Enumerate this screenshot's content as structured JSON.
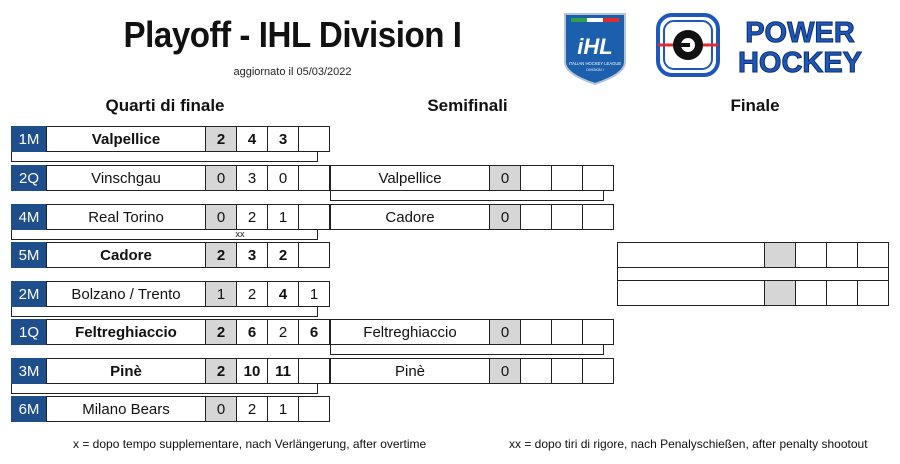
{
  "title": "Playoff - IHL Division I",
  "updated": "aggiornato il 05/03/2022",
  "columns": {
    "qf": "Quarti di finale",
    "sf": "Semifinali",
    "f": "Finale"
  },
  "logos": {
    "ihl": {
      "main": "iHL",
      "sub": "ITALIAN HOCKEY LEAGUE",
      "div": "DIVISION I",
      "color": "#1b5fad"
    },
    "ph": {
      "line1": "POWER",
      "line2": "HOCKEY",
      "color": "#1f57b8",
      "accent": "#e32b2b"
    }
  },
  "quarterfinals": [
    {
      "seed": "1M",
      "team": "Valpellice",
      "sum": "2",
      "g1": "4",
      "g2": "3",
      "g3": "",
      "team_win": true,
      "bold": [
        true,
        true,
        true,
        false
      ]
    },
    {
      "seed": "2Q",
      "team": "Vinschgau",
      "sum": "0",
      "g1": "3",
      "g2": "0",
      "g3": "",
      "team_win": false,
      "bold": [
        false,
        false,
        false,
        false
      ]
    },
    {
      "seed": "4M",
      "team": "Real Torino",
      "sum": "0",
      "g1": "2",
      "g2": "1",
      "g3": "",
      "team_win": false,
      "bold": [
        false,
        false,
        false,
        false
      ]
    },
    {
      "seed": "5M",
      "team": "Cadore",
      "sum": "2",
      "g1": "3",
      "g2": "2",
      "g3": "",
      "team_win": true,
      "bold": [
        true,
        true,
        true,
        false
      ]
    },
    {
      "seed": "2M",
      "team": "Bolzano / Trento",
      "sum": "1",
      "g1": "2",
      "g2": "4",
      "g3": "1",
      "team_win": false,
      "bold": [
        false,
        false,
        true,
        false
      ]
    },
    {
      "seed": "1Q",
      "team": "Feltreghiaccio",
      "sum": "2",
      "g1": "6",
      "g2": "2",
      "g3": "6",
      "team_win": true,
      "bold": [
        true,
        true,
        false,
        true
      ]
    },
    {
      "seed": "3M",
      "team": "Pinè",
      "sum": "2",
      "g1": "10",
      "g2": "11",
      "g3": "",
      "team_win": true,
      "bold": [
        true,
        true,
        true,
        false
      ]
    },
    {
      "seed": "6M",
      "team": "Milano Bears",
      "sum": "0",
      "g1": "2",
      "g2": "1",
      "g3": "",
      "team_win": false,
      "bold": [
        false,
        false,
        false,
        false
      ]
    }
  ],
  "qf_note": "xx",
  "semifinals": [
    {
      "team": "Valpellice",
      "sum": "0"
    },
    {
      "team": "Cadore",
      "sum": "0"
    },
    {
      "team": "Feltreghiaccio",
      "sum": "0"
    },
    {
      "team": "Pinè",
      "sum": "0"
    }
  ],
  "final": [
    {
      "team": "",
      "sum": ""
    },
    {
      "team": "",
      "sum": ""
    }
  ],
  "footer": {
    "overtime": "x = dopo tempo supplementare, nach Verlängerung, after overtime",
    "shootout": "xx = dopo tiri di rigore, nach Penalyschießen, after penalty shootout"
  }
}
